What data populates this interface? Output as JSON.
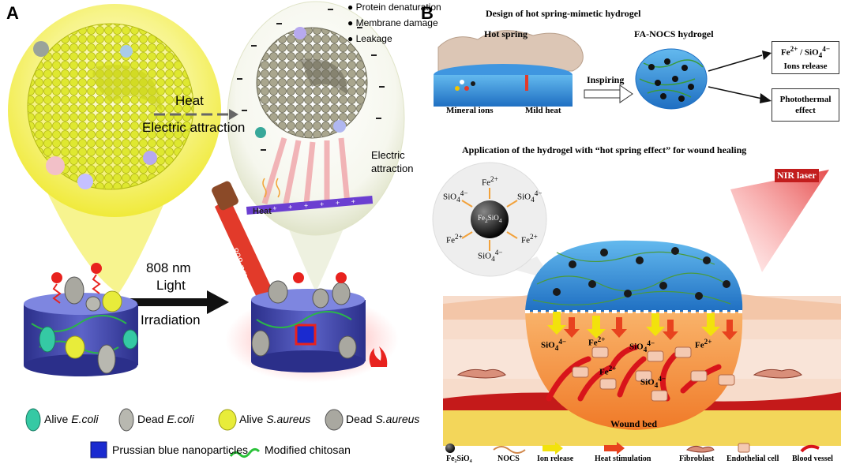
{
  "panelA": {
    "letter": "A",
    "effects": [
      "Protein denaturation",
      "Membrane damage",
      "Leakage"
    ],
    "arrow_top": {
      "line1": "Heat",
      "line2": "Electric attraction"
    },
    "electric_attraction": "Electric\nattraction",
    "heat_label": "Heat",
    "laser_label": "808 nm",
    "arrow_bottom": {
      "line1": "808 nm",
      "line2": "Light",
      "line3": "Irradiation"
    },
    "legend": {
      "alive_ecoli": {
        "pre": "Alive ",
        "it": "E.coli"
      },
      "dead_ecoli": {
        "pre": "Dead ",
        "it": "E.coli"
      },
      "alive_saureus": {
        "pre": "Alive ",
        "it": "S.aureus"
      },
      "dead_saureus": {
        "pre": "Dead ",
        "it": "S.aureus"
      },
      "prussian": "Prussian blue nanoparticles",
      "chitosan": "Modified chitosan"
    },
    "colors": {
      "yellow": "#e6ee3c",
      "gray": "#9c9a86",
      "navy": "#1f2a8c",
      "red": "#e8221e"
    }
  },
  "panelB": {
    "letter": "B",
    "design_title": "Design  of hot spring-mimetic hydrogel",
    "hot_spring": "Hot spring",
    "fa_nocs": "FA-NOCS hydrogel",
    "inspiring": "Inspiring",
    "mineral_ions": "Mineral ions",
    "mild_heat": "Mild heat",
    "box1": {
      "line1": "Fe",
      "sup1": "2+",
      "mid": " / SiO",
      "sub": "4",
      "sup2": "4−",
      "line2": "Ions release"
    },
    "box2": {
      "line1": "Photothermal",
      "line2": "effect"
    },
    "application_title": "Application of the hydrogel with “hot spring effect” for wound healing",
    "nir": "NIR laser",
    "wound_bed": "Wound bed",
    "ion_fe": "Fe",
    "ion_fe_sup": "2+",
    "ion_si": "SiO",
    "ion_si_sub": "4",
    "ion_si_sup": "4−",
    "particle": {
      "main": "Fe",
      "sub1": "2",
      "mid": "SiO",
      "sub2": "4"
    },
    "legend": [
      "Fe₂SiO₄",
      "NOCS",
      "Ion release",
      "Heat stimulation",
      "Fibroblast",
      "Endothelial cell",
      "Blood vessel"
    ],
    "colors": {
      "water": "#2f8fd8",
      "skin": "#f3c6a8",
      "wound": "#f08a3c",
      "vessel": "#d8141a",
      "arrow_yellow": "#f2e20c",
      "arrow_red": "#e8421e"
    }
  }
}
